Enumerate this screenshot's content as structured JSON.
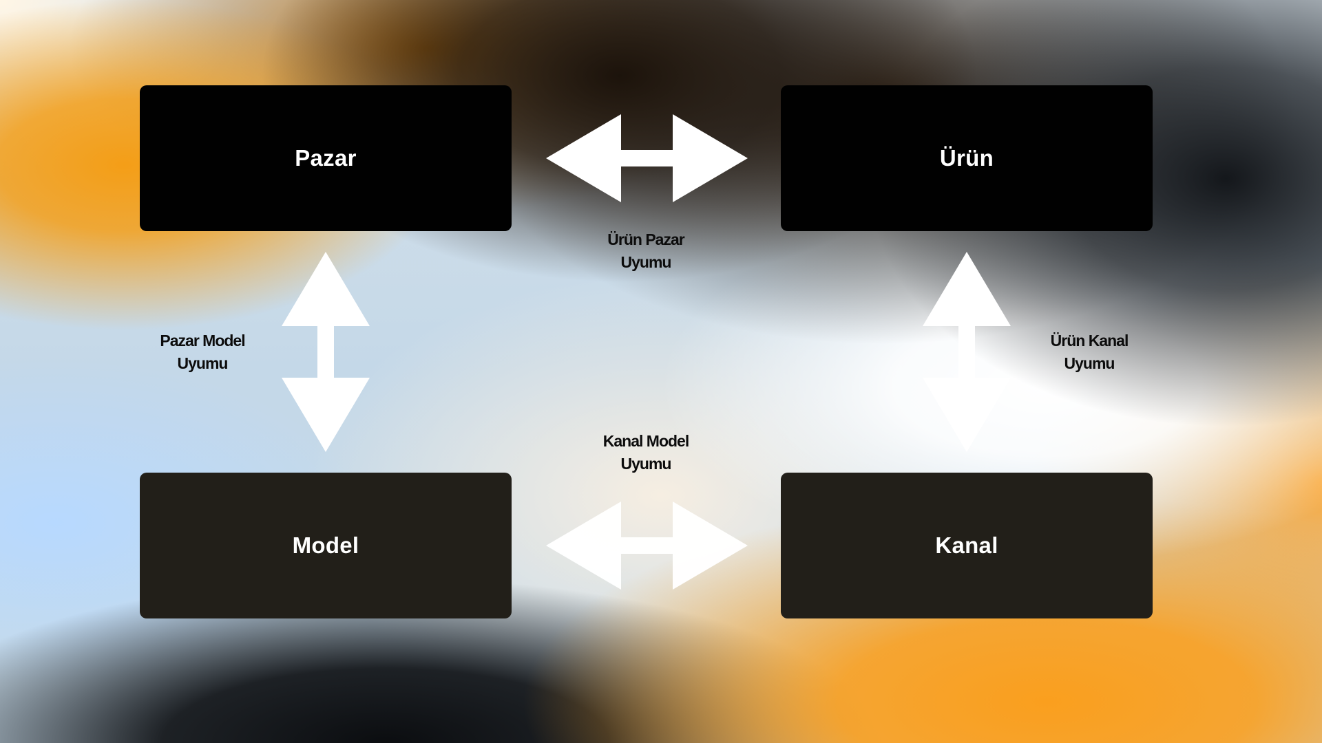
{
  "nodes": {
    "pazar": "Pazar",
    "urun": "Ürün",
    "model": "Model",
    "kanal": "Kanal"
  },
  "edges": {
    "urun_pazar": {
      "line1": "Ürün Pazar",
      "line2": "Uyumu"
    },
    "kanal_model": {
      "line1": "Kanal Model",
      "line2": "Uyumu"
    },
    "pazar_model": {
      "line1": "Pazar Model",
      "line2": "Uyumu"
    },
    "urun_kanal": {
      "line1": "Ürün Kanal",
      "line2": "Uyumu"
    }
  },
  "colors": {
    "card_top": "#010101",
    "card_bottom": "#221f19",
    "arrow": "#ffffff",
    "label_text": "#0c0c0c"
  }
}
